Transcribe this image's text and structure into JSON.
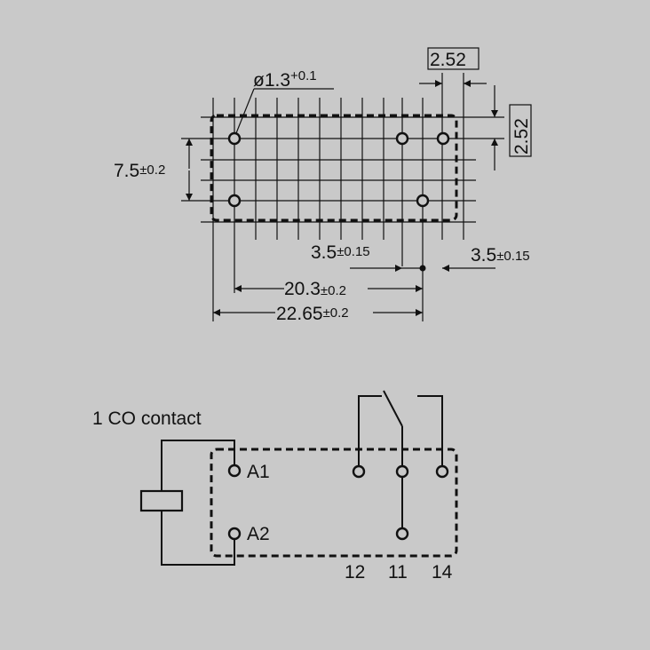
{
  "colors": {
    "background": "#c9c9c9",
    "line": "#111111"
  },
  "footprint": {
    "hole_diameter": {
      "symbol": "ø",
      "value": "1.3",
      "tolerance": "+0.1"
    },
    "pitch_horizontal": "2.52",
    "pitch_vertical": "2.52",
    "row_spacing": {
      "value": "7.5",
      "tolerance": "±0.2"
    },
    "offset_left": {
      "value": "3.5",
      "tolerance": "±0.15"
    },
    "offset_right": {
      "value": "3.5",
      "tolerance": "±0.15"
    },
    "pin_span": {
      "value": "20.3",
      "tolerance": "±0.2"
    },
    "total_span": {
      "value": "22.65",
      "tolerance": "±0.2"
    }
  },
  "schematic": {
    "title": "1 CO contact",
    "coil_terminals": [
      "A1",
      "A2"
    ],
    "contact_terminals": [
      "12",
      "11",
      "14"
    ]
  }
}
